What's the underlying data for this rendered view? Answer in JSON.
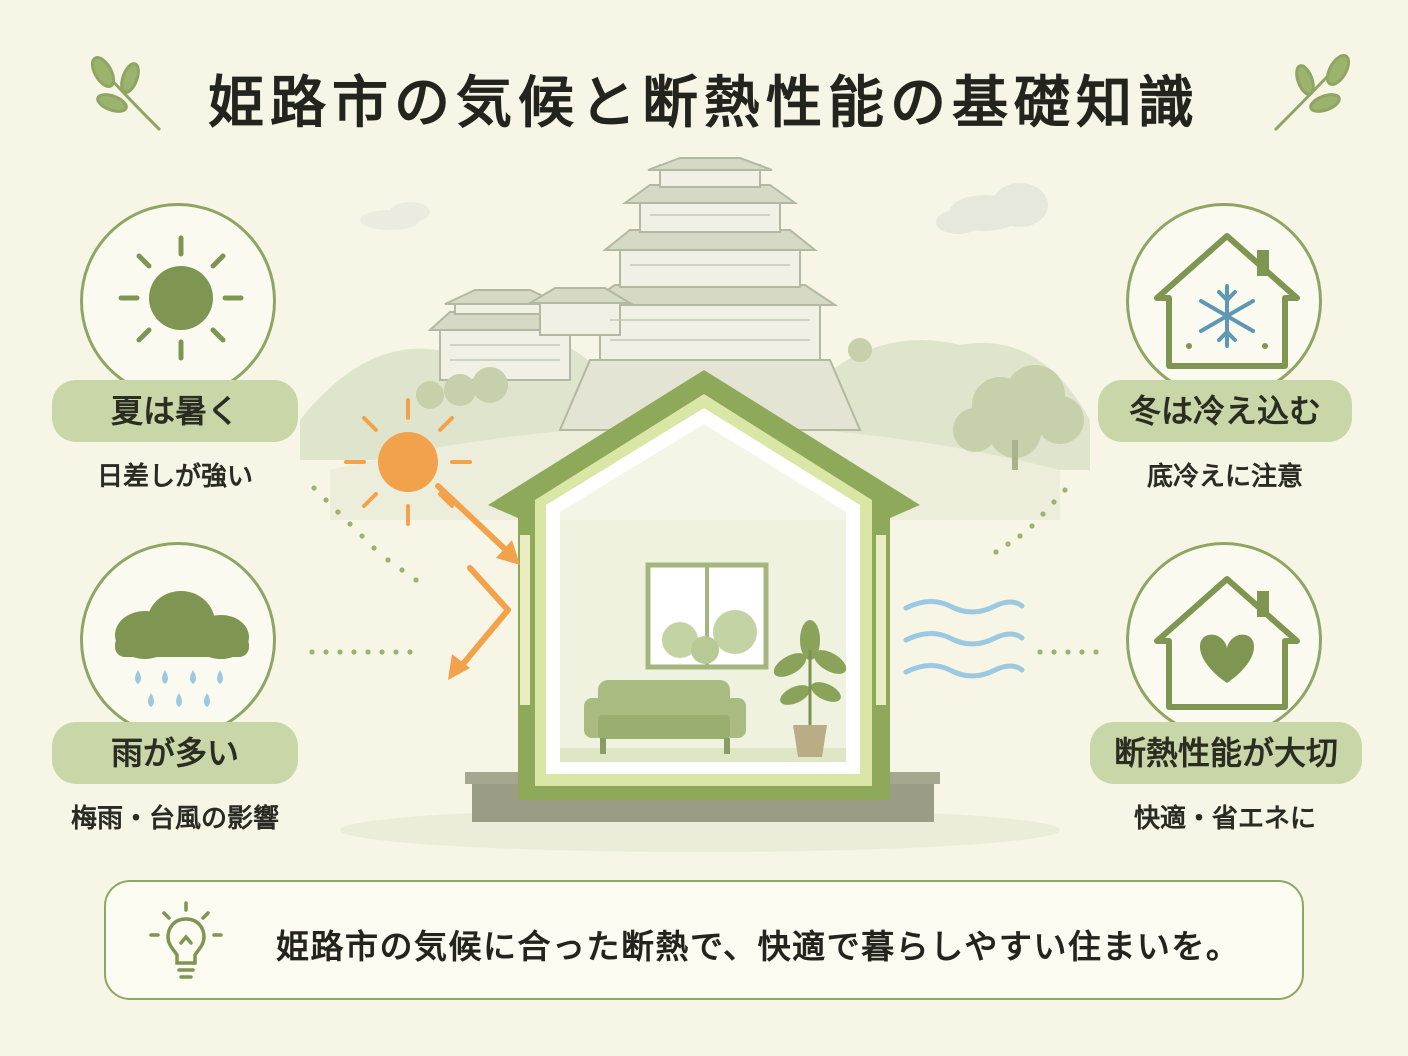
{
  "title": "姫路市の気候と断熱性能の基礎知識",
  "left": {
    "summer": {
      "label": "夏は暑く",
      "note": "日差しが強い",
      "icon": "sun-icon"
    },
    "rain": {
      "label": "雨が多い",
      "note": "梅雨・台風の影響",
      "icon": "rain-cloud-icon"
    }
  },
  "right": {
    "winter": {
      "label": "冬は冷え込む",
      "note": "底冷えに注意",
      "icon": "snowflake-house-icon"
    },
    "insulation": {
      "label": "断熱性能が大切",
      "note": "快適・省エネに",
      "icon": "heart-house-icon"
    }
  },
  "message": {
    "text": "姫路市の気候に合った断熱で、快適で暮らしやすい住まいを。",
    "icon": "lightbulb-icon"
  },
  "colors": {
    "background": "#f6f5e6",
    "green_dark": "#7e9651",
    "green_light": "#c9d7a8",
    "orange": "#f2a24a",
    "blue": "#9cc9df"
  }
}
